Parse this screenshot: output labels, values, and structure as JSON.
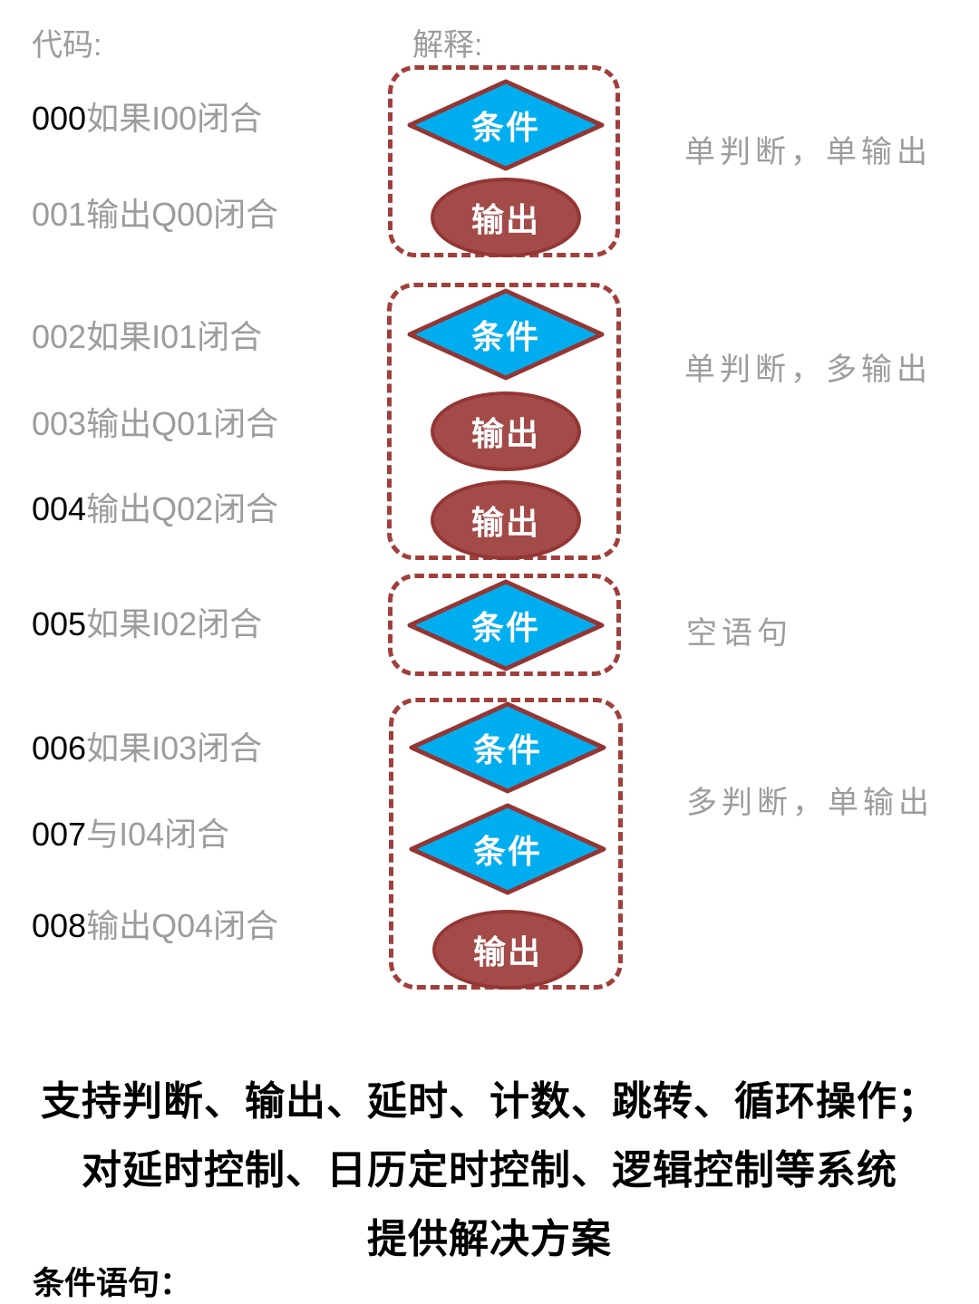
{
  "header": {
    "code_label": "代码:",
    "explain_label": "解释:"
  },
  "code_lines": [
    {
      "num": "000",
      "text": "如果I00闭合",
      "num_class": "code-num black"
    },
    {
      "num": "001",
      "text": "输出Q00闭合",
      "num_class": "code-num gray"
    },
    {
      "num": "002",
      "text": "如果I01闭合",
      "num_class": "code-num gray"
    },
    {
      "num": "003",
      "text": "输出Q01闭合",
      "num_class": "code-num gray"
    },
    {
      "num": "004",
      "text": "输出Q02闭合",
      "num_class": "code-num black"
    },
    {
      "num": "005",
      "text": "如果I02闭合",
      "num_class": "code-num black"
    },
    {
      "num": "006",
      "text": "如果I03闭合",
      "num_class": "code-num black"
    },
    {
      "num": "007",
      "text": "与I04闭合",
      "num_class": "code-num black"
    },
    {
      "num": "008",
      "text": "输出Q04闭合",
      "num_class": "code-num black"
    }
  ],
  "shapes": {
    "condition": "条件",
    "output": "输出"
  },
  "group_labels": [
    "单判断，单输出",
    "单判断，多输出",
    "空语句",
    "多判断，单输出"
  ],
  "footer": {
    "lines": [
      "支持判断、输出、延时、计数、跳转、循环操作；",
      "对延时控制、日历定时控制、逻辑控制等系统",
      "提供解决方案"
    ],
    "condition_heading": "条件语句："
  },
  "colors": {
    "diamond_fill": "#00AEEF",
    "shape_border": "#943634",
    "ellipse_fill": "#A34B49",
    "dashed_border": "#A03F3C",
    "gray_text": "#9C9C9C",
    "black_text": "#000000"
  }
}
